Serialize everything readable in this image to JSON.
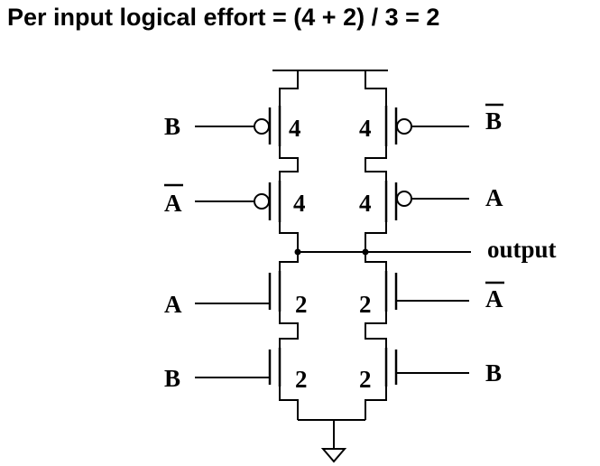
{
  "title": "Per input logical effort = (4 + 2) / 3 = 2",
  "inputs": {
    "left_p1": "B",
    "left_p2": "A",
    "left_n1": "A",
    "left_n2": "B",
    "right_p1": "B",
    "right_p2": "A",
    "right_n1": "A",
    "right_n2": "B"
  },
  "output_label": "output",
  "sizes": {
    "p_left_1": "4",
    "p_right_1": "4",
    "p_left_2": "4",
    "p_right_2": "4",
    "n_left_1": "2",
    "n_right_1": "2",
    "n_left_2": "2",
    "n_right_2": "2"
  },
  "colors": {
    "ink": "#000000",
    "background": "#ffffff"
  }
}
